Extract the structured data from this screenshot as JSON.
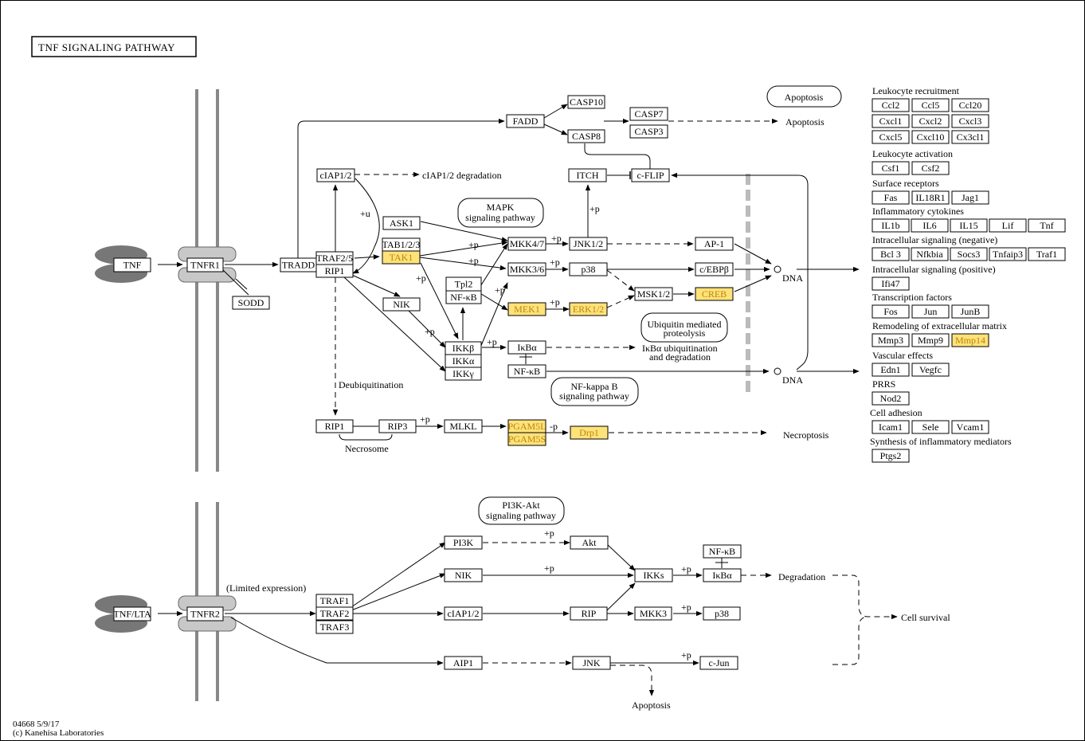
{
  "title": "TNF  SIGNALING  PATHWAY",
  "footer": {
    "id": "04668 5/9/17",
    "copyright": "(c) Kanehisa Laboratories"
  },
  "labels": {
    "apoptosis_box": "Apoptosis",
    "apoptosis_casp": "Apoptosis",
    "ciap_degradation": "cIAP1/2 degradation",
    "mapk_line1": "MAPK",
    "mapk_line2": "signaling pathway",
    "deubiquitination": "Deubiquitination",
    "necrosome": "Necrosome",
    "necroptosis": "Necroptosis",
    "ubiq_line1": "Ubiquitin mediated",
    "ubiq_line2": "proteolysis",
    "ikba_ubiq_line1": "IκBα ubiquitination",
    "ikba_ubiq_line2": "and degradation",
    "nfkb_path_line1": "NF-kappa B",
    "nfkb_path_line2": "signaling pathway",
    "dna1": "DNA",
    "dna2": "DNA",
    "pi3k_path_line1": "PI3K-Akt",
    "pi3k_path_line2": "signaling pathway",
    "limited_expression": "(Limited expression)",
    "degradation": "Degradation",
    "cell_survival": "Cell survival",
    "apoptosis_jnk": "Apoptosis",
    "plus_u": "+u",
    "plus_p": "+p",
    "minus_p": "-p"
  },
  "nodes": {
    "tnf": "TNF",
    "tnfr1": "TNFR1",
    "sodd": "SODD",
    "tradd": "TRADD",
    "traf25": "TRAF2/5",
    "rip1": "RIP1",
    "ciap12": "cIAP1/2",
    "ask1": "ASK1",
    "tab123": "TAB1/2/3",
    "tak1": "TAK1",
    "nik": "NIK",
    "fadd": "FADD",
    "casp10": "CASP10",
    "casp8": "CASP8",
    "casp7": "CASP7",
    "casp3": "CASP3",
    "itch": "ITCH",
    "cflip": "c-FLIP",
    "mkk47": "MKK4/7",
    "jnk12": "JNK1/2",
    "ap1": "AP-1",
    "mkk36": "MKK3/6",
    "p38": "p38",
    "cebpb": "c/EBPβ",
    "tpl2": "Tpl2",
    "nfkb_tpl": "NF-κB",
    "mek1": "MEK1",
    "erk12": "ERK1/2",
    "msk12": "MSK1/2",
    "creb": "CREB",
    "ikkb": "IKKβ",
    "ikka": "IKKα",
    "ikkg": "IKKγ",
    "ikba": "IκBα",
    "nfkb": "NF-κB",
    "rip1b": "RIP1",
    "rip3": "RIP3",
    "mlkl": "MLKL",
    "pgam5l": "PGAM5L",
    "pgam5s": "PGAM5S",
    "drp1": "Drp1",
    "tnflta": "TNF/LTA",
    "tnfr2": "TNFR2",
    "traf1": "TRAF1",
    "traf2": "TRAF2",
    "traf3": "TRAF3",
    "pi3k": "PI3K",
    "akt": "Akt",
    "nik2": "NIK",
    "iks": "IKKs",
    "nfkb2": "NF-κB",
    "ikba2": "IκBα",
    "ciap12b": "cIAP1/2",
    "rip": "RIP",
    "mkk3": "MKK3",
    "p38b": "p38",
    "aip1": "AIP1",
    "jnk": "JNK",
    "cjun": "c-Jun"
  },
  "gene_groups": [
    {
      "title": "Leukocyte recruitment",
      "genes": [
        [
          "Ccl2",
          "Ccl5",
          "Ccl20"
        ],
        [
          "Cxcl1",
          "Cxcl2",
          "Cxcl3"
        ],
        [
          "Cxcl5",
          "Cxcl10",
          "Cx3cl1"
        ]
      ]
    },
    {
      "title": "Leukocyte activation",
      "genes": [
        [
          "Csf1",
          "Csf2"
        ]
      ]
    },
    {
      "title": "Surface receptors",
      "genes": [
        [
          "Fas",
          "IL18R1",
          "Jag1"
        ]
      ]
    },
    {
      "title": "Inflammatory cytokines",
      "genes": [
        [
          "IL1b",
          "IL6",
          "IL15",
          "Lif",
          "Tnf"
        ]
      ]
    },
    {
      "title": "Intracellular signaling (negative)",
      "genes": [
        [
          "Bcl 3",
          "Nfkbia",
          "Socs3",
          "Tnfaip3",
          "Traf1"
        ]
      ]
    },
    {
      "title": "Intracellular signaling (positive)",
      "genes": [
        [
          "Ifi47"
        ]
      ]
    },
    {
      "title": "Transcription factors",
      "genes": [
        [
          "Fos",
          "Jun",
          "JunB"
        ]
      ]
    },
    {
      "title": "Remodeling of extracellular matrix",
      "genes": [
        [
          "Mmp3",
          "Mmp9",
          "Mmp14"
        ]
      ]
    },
    {
      "title": "Vascular effects",
      "genes": [
        [
          "Edn1",
          "Vegfc"
        ]
      ]
    },
    {
      "title": "PRRS",
      "genes": [
        [
          "Nod2"
        ]
      ]
    },
    {
      "title": "Cell adhesion",
      "genes": [
        [
          "Icam1",
          "Sele",
          "Vcam1"
        ]
      ]
    },
    {
      "title": "Synthesis of inflammatory mediators",
      "genes": [
        [
          "Ptgs2"
        ]
      ]
    }
  ],
  "highlighted": [
    "TAK1",
    "MEK1",
    "ERK1/2",
    "CREB",
    "PGAM5L",
    "PGAM5S",
    "Drp1",
    "Mmp14"
  ],
  "colors": {
    "highlight_fill": "#ffe27a",
    "highlight_text": "#b8860b",
    "membrane": "#888888",
    "ligand": "#777777",
    "receptor": "#c8c8c8",
    "nucleus_barrier": "#bbbbbb"
  }
}
